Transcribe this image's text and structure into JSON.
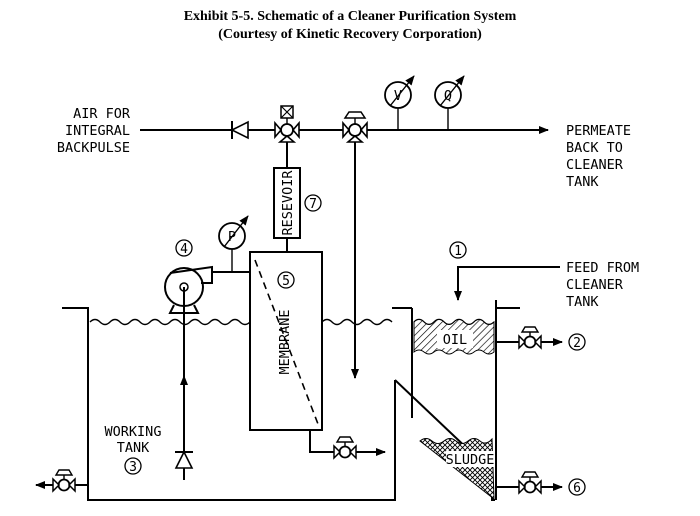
{
  "title": {
    "line1": "Exhibit 5-5. Schematic of a Cleaner Purification System",
    "line2": "(Courtesy of Kinetic Recovery Corporation)"
  },
  "labels": {
    "air": [
      "AIR FOR",
      "INTEGRAL",
      "BACKPULSE"
    ],
    "permeate": [
      "PERMEATE",
      "BACK TO",
      "CLEANER",
      "TANK"
    ],
    "feed": [
      "FEED FROM",
      "CLEANER",
      "TANK"
    ],
    "working_tank": [
      "WORKING",
      "TANK"
    ],
    "reservoir": "RESEVOIR",
    "membrane": "MEMBRANE",
    "oil": "OIL",
    "sludge": "SLUDGE"
  },
  "gauges": {
    "v": "V",
    "q": "Q",
    "p": "P"
  },
  "callouts": {
    "c1": "1",
    "c2": "2",
    "c3": "3",
    "c4": "4",
    "c5": "5",
    "c6": "6",
    "c7": "7"
  }
}
